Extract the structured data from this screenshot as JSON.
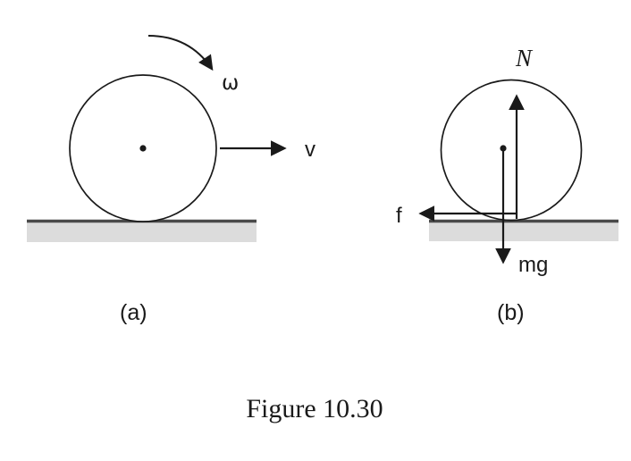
{
  "figure": {
    "caption": "Figure 10.30",
    "colors": {
      "ink": "#1a1a1a",
      "ground_fill": "#dcdcdc",
      "ground_line": "#4a4a4a"
    },
    "panel_a": {
      "label": "(a)",
      "angular_velocity_label": "ω",
      "velocity_label": "v"
    },
    "panel_b": {
      "label": "(b)",
      "normal_force_label": "N",
      "friction_label": "f",
      "weight_label": "mg"
    }
  }
}
